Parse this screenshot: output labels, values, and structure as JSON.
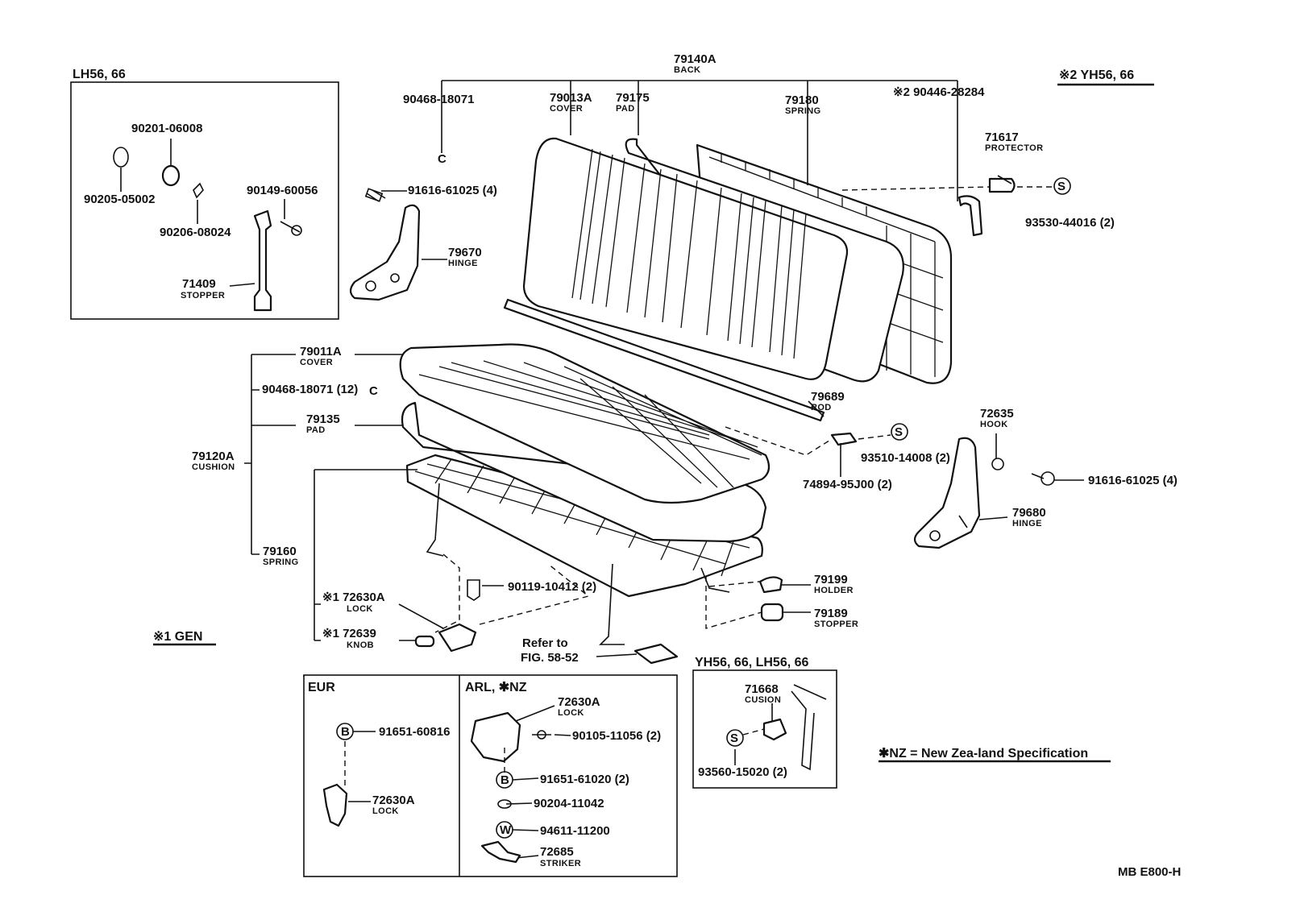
{
  "labels": {
    "back_num": "79140A",
    "back_name": "BACK",
    "p90468_top": "90468-18071",
    "cover_back_num": "79013A",
    "cover_back_name": "COVER",
    "pad_back_num": "79175",
    "pad_back_name": "PAD",
    "spring_back_num": "79180",
    "spring_back_name": "SPRING",
    "p90446": "※2 90446-28284",
    "protector_num": "71617",
    "protector_name": "PROTECTOR",
    "p93530": "93530-44016 (2)",
    "p91616_left": "91616-61025 (4)",
    "hinge_left_num": "79670",
    "hinge_left_name": "HINGE",
    "cover_cush_num": "79011A",
    "cover_cush_name": "COVER",
    "p90468_12": "90468-18071 (12)",
    "pad_cush_num": "79135",
    "pad_cush_name": "PAD",
    "cushion_num": "79120A",
    "cushion_name": "CUSHION",
    "spring_cush_num": "79160",
    "spring_cush_name": "SPRING",
    "lock_num": "※1 72630A",
    "lock_name": "LOCK",
    "knob_num": "※1 72639",
    "knob_name": "KNOB",
    "p90119": "90119-10412 (2)",
    "refer_line1": "Refer to",
    "refer_line2": "FIG. 58-52",
    "rod_num": "79689",
    "rod_name": "ROD",
    "hook_num": "72635",
    "hook_name": "HOOK",
    "p93510": "93510-14008 (2)",
    "p74894": "74894-95J00 (2)",
    "p91616_right": "91616-61025 (4)",
    "hinge_right_num": "79680",
    "hinge_right_name": "HINGE",
    "holder_num": "79199",
    "holder_name": "HOLDER",
    "stopper_r_num": "79189",
    "stopper_r_name": "STOPPER",
    "gen": "※1 GEN",
    "yh_header": "※2 YH56, 66",
    "nz_note": "✱NZ = New Zea-land Specification",
    "footer_code": "MB E800-H"
  },
  "lh_box": {
    "title": "LH56, 66",
    "p90201": "90201-06008",
    "p90205": "90205-05002",
    "p90149": "90149-60056",
    "p90206": "90206-08024",
    "stopper_num": "71409",
    "stopper_name": "STOPPER"
  },
  "eur_box": {
    "title": "EUR",
    "p91651": "91651-60816",
    "lock_num": "72630A",
    "lock_name": "LOCK"
  },
  "arl_box": {
    "title": "ARL, ✱NZ",
    "lock_num": "72630A",
    "lock_name": "LOCK",
    "p90105": "90105-11056 (2)",
    "p91651": "91651-61020 (2)",
    "p90204": "90204-11042",
    "p94611": "94611-11200",
    "striker_num": "72685",
    "striker_name": "STRIKER"
  },
  "yh_box": {
    "title": "YH56, 66, LH56, 66",
    "cushion_num": "71668",
    "cushion_name": "CUSION",
    "p93560": "93560-15020 (2)"
  },
  "symbols": {
    "s": "S",
    "b": "B",
    "w": "W",
    "c": "C"
  }
}
